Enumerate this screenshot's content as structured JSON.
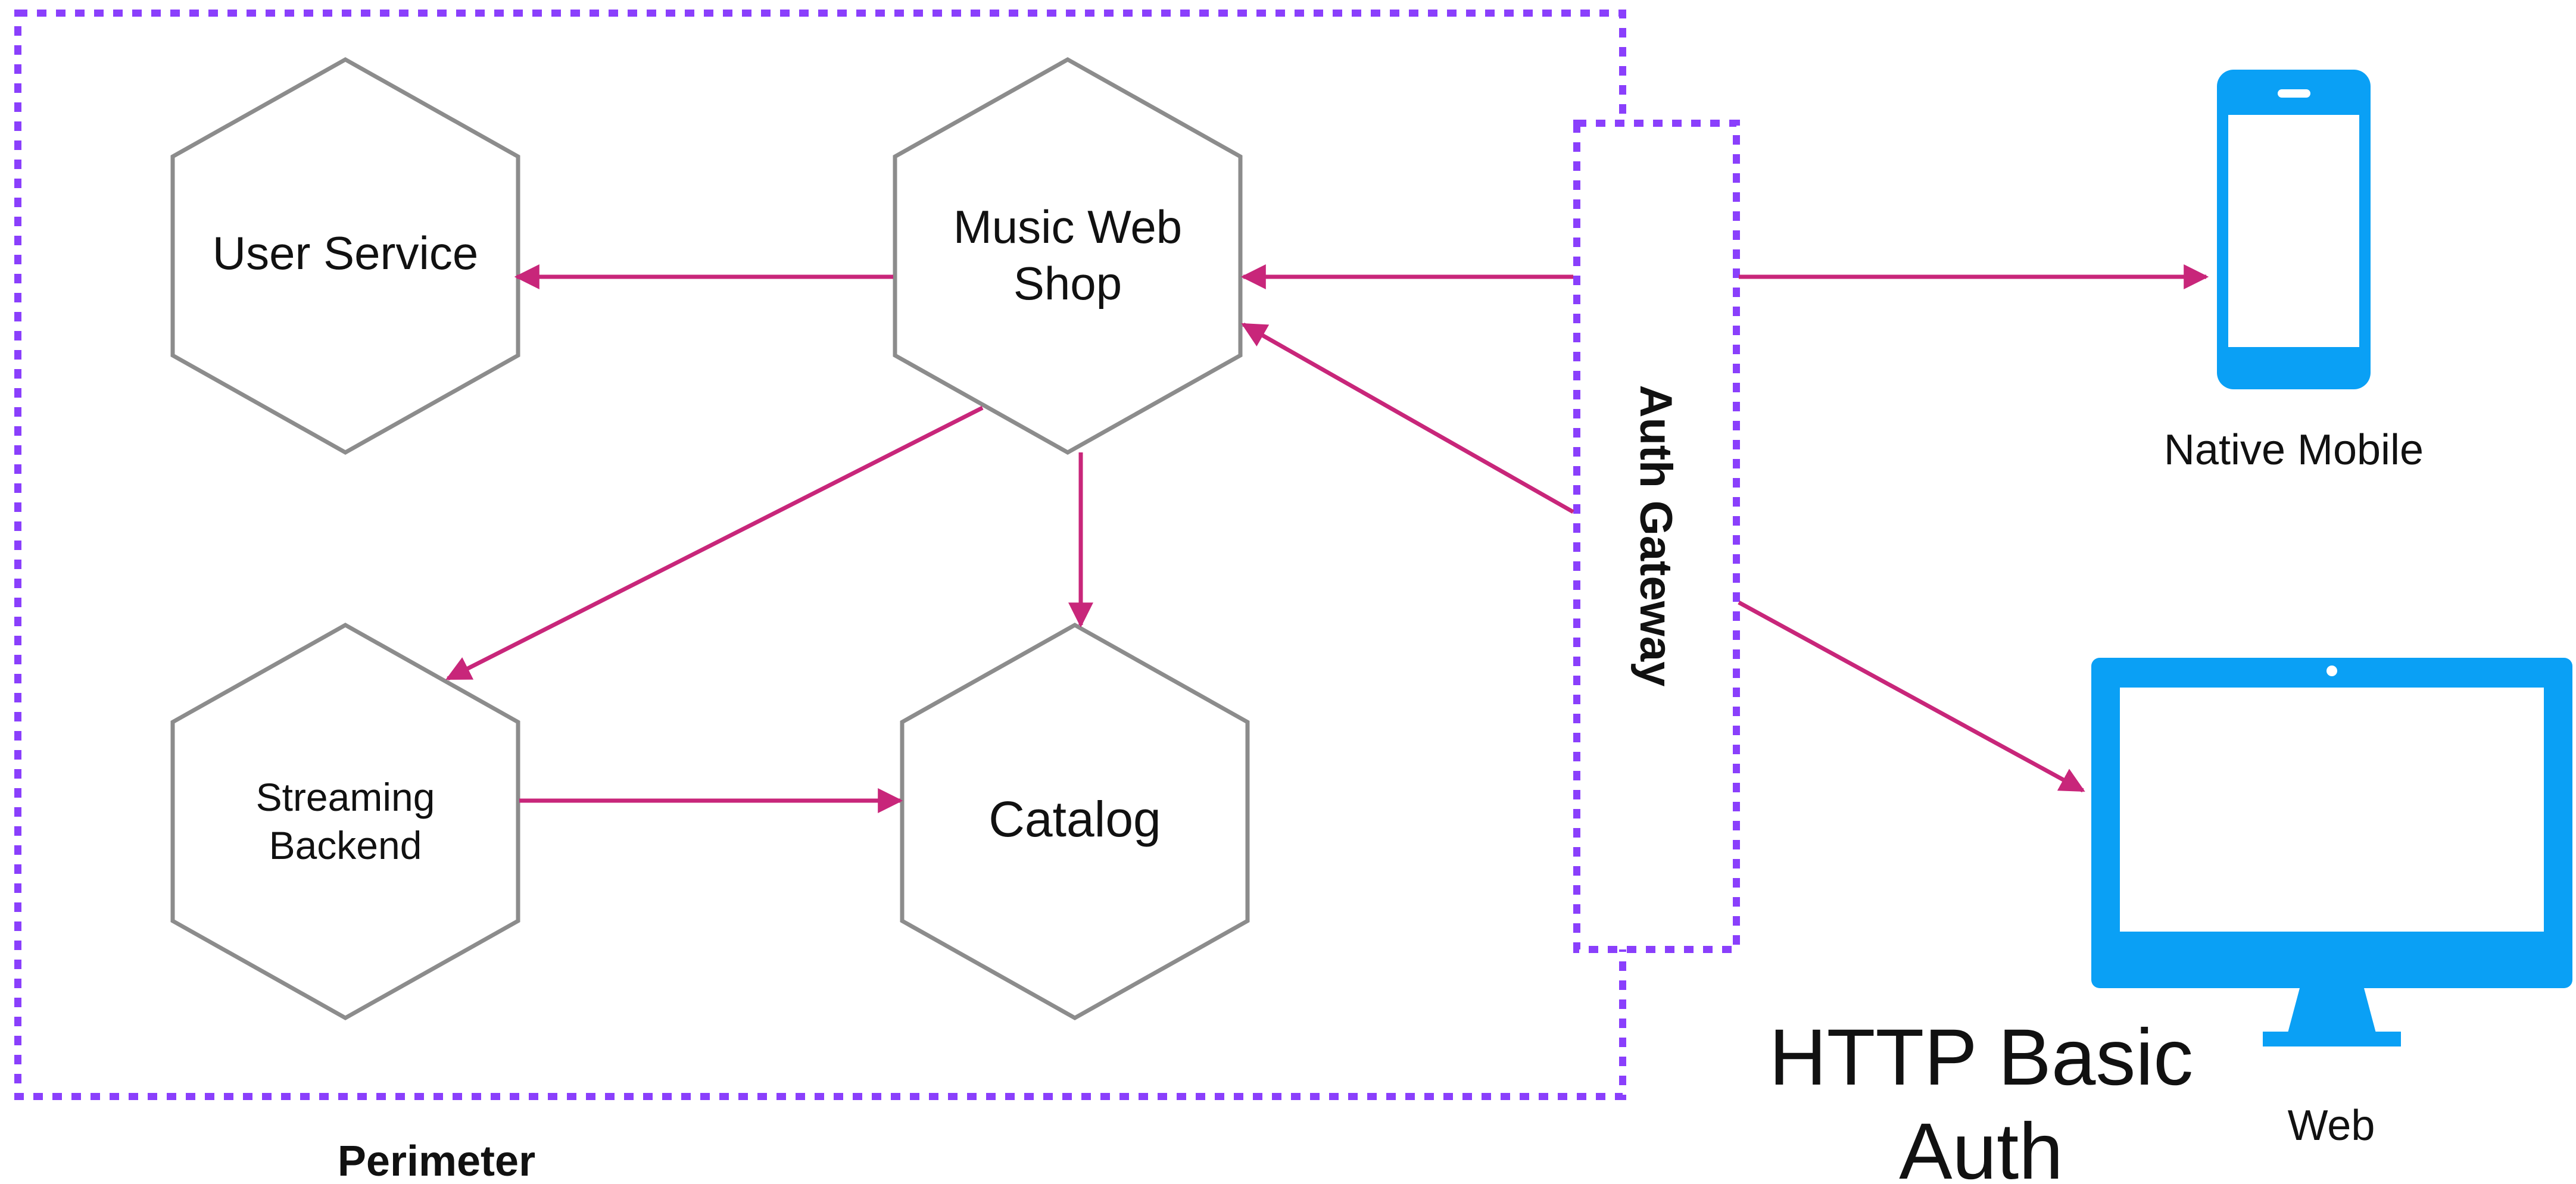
{
  "colors": {
    "perimeter": "#8a3ffc",
    "arrow": "#c8267a",
    "hexagon_stroke": "#8c8c8c",
    "device": "#0aa0f5",
    "text": "#111111"
  },
  "services": {
    "user_service": "User Service",
    "music_web_shop_line1": "Music Web",
    "music_web_shop_line2": "Shop",
    "streaming_backend_line1": "Streaming",
    "streaming_backend_line2": "Backend",
    "catalog": "Catalog"
  },
  "gateway": {
    "label": "Auth Gateway"
  },
  "perimeter": {
    "label": "Perimeter"
  },
  "clients": {
    "native_mobile": "Native Mobile",
    "web": "Web"
  },
  "caption": {
    "line1": "HTTP Basic",
    "line2": "Auth"
  },
  "icons": {
    "mobile": "smartphone-icon",
    "web": "desktop-monitor-icon"
  }
}
